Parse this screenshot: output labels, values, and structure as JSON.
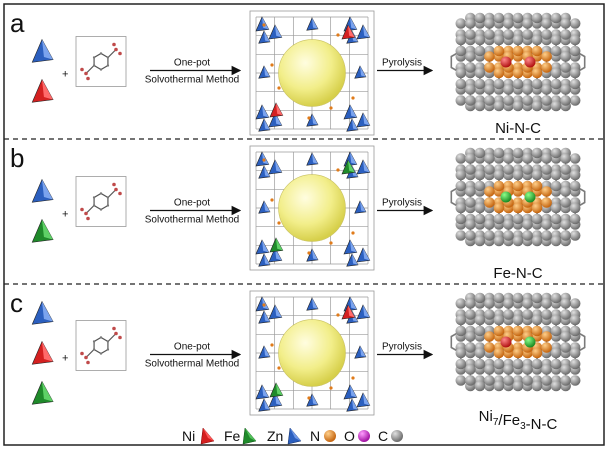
{
  "panels": [
    {
      "letter": "a",
      "method_line1": "One-pot",
      "method_line2": "Solvothermal Method",
      "step2": "Pyrolysis",
      "product": "Ni-N-C",
      "precursors": [
        "blue-tetrahedron-icon",
        "red-tetrahedron-icon"
      ],
      "metal_sites": [
        "red",
        "red"
      ]
    },
    {
      "letter": "b",
      "method_line1": "One-pot",
      "method_line2": "Solvothermal Method",
      "step2": "Pyrolysis",
      "product": "Fe-N-C",
      "precursors": [
        "blue-tetrahedron-icon",
        "green-tetrahedron-icon"
      ],
      "metal_sites": [
        "green",
        "green"
      ]
    },
    {
      "letter": "c",
      "method_line1": "One-pot",
      "method_line2": "Solvothermal Method",
      "step2": "Pyrolysis",
      "product_main": "Ni",
      "product_sub1": "7",
      "product_mid": "/Fe",
      "product_sub2": "3",
      "product_tail": "-N-C",
      "precursors": [
        "blue-tetrahedron-icon",
        "red-tetrahedron-icon",
        "green-tetrahedron-icon"
      ],
      "metal_sites": [
        "red",
        "green"
      ]
    }
  ],
  "plus": "+",
  "legend": {
    "ni": "Ni",
    "fe": "Fe",
    "zn": "Zn",
    "n": "N",
    "o": "O",
    "c": "C"
  },
  "colors": {
    "ni": "#d42020",
    "fe": "#1f8a2a",
    "zn": "#2b5fbf",
    "n": "#e07b1a",
    "o": "#cc22cc",
    "c": "#8a8a8a",
    "sphere": "#f3f09a"
  }
}
